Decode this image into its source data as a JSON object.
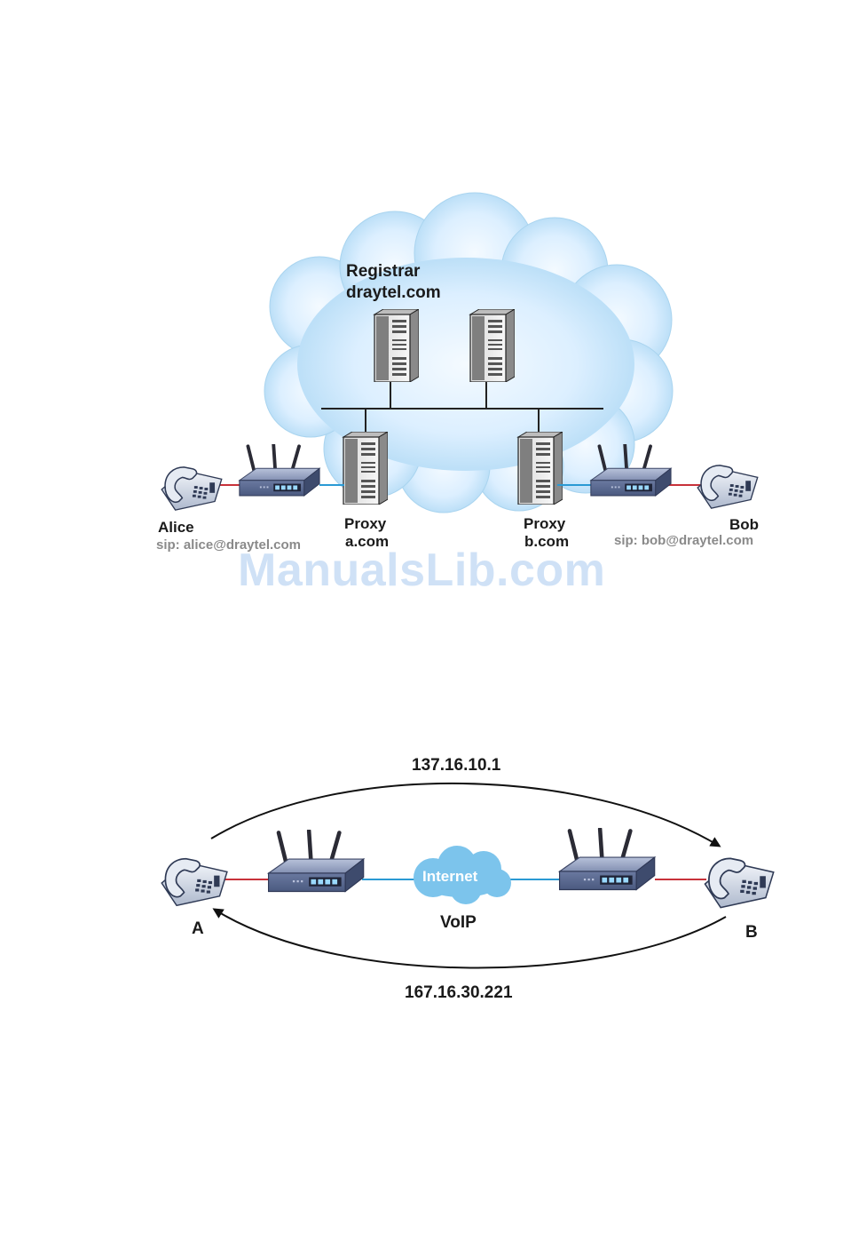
{
  "diagram1": {
    "registrar_line1": "Registrar",
    "registrar_line2": "draytel.com",
    "proxy_a_line1": "Proxy",
    "proxy_a_line2": "a.com",
    "proxy_b_line1": "Proxy",
    "proxy_b_line2": "b.com",
    "alice_name": "Alice",
    "alice_sip": "sip: alice@draytel.com",
    "bob_name": "Bob",
    "bob_sip": "sip: bob@draytel.com"
  },
  "watermark": "ManualsLib.com",
  "diagram2": {
    "top_ip": "137.16.10.1",
    "bottom_ip": "167.16.30.221",
    "cloud_label": "Internet",
    "voip_label": "VoIP",
    "phone_a_label": "A",
    "phone_b_label": "B"
  },
  "colors": {
    "cloud_light": "#e6f3fc",
    "cloud_dark": "#b7dcf4",
    "internet_cloud": "#7cc4ec",
    "line_blue": "#2a9ad4",
    "line_red": "#c8323a",
    "router_body": "#5c6c93"
  }
}
